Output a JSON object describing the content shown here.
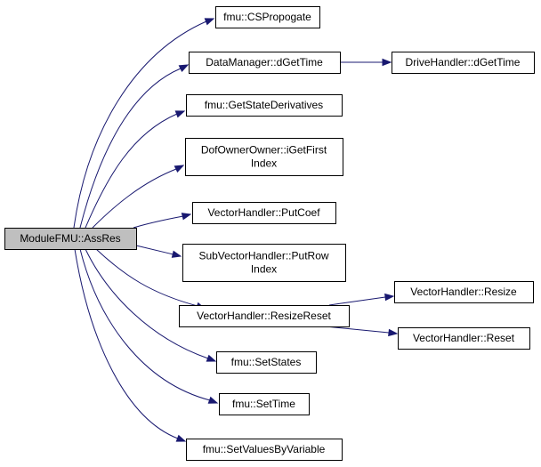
{
  "graph": {
    "root": {
      "id": "root",
      "label": "ModuleFMU::AssRes"
    },
    "nodes": [
      {
        "id": "n1",
        "lines": [
          "fmu::CSPropogate"
        ]
      },
      {
        "id": "n2",
        "lines": [
          "DataManager::dGetTime"
        ]
      },
      {
        "id": "n3",
        "lines": [
          "DriveHandler::dGetTime"
        ]
      },
      {
        "id": "n4",
        "lines": [
          "fmu::GetStateDerivatives"
        ]
      },
      {
        "id": "n5",
        "lines": [
          "DofOwnerOwner::iGetFirst",
          "Index"
        ]
      },
      {
        "id": "n6",
        "lines": [
          "VectorHandler::PutCoef"
        ]
      },
      {
        "id": "n7",
        "lines": [
          "SubVectorHandler::PutRow",
          "Index"
        ]
      },
      {
        "id": "n8",
        "lines": [
          "VectorHandler::ResizeReset"
        ]
      },
      {
        "id": "n9",
        "lines": [
          "VectorHandler::Resize"
        ]
      },
      {
        "id": "n10",
        "lines": [
          "VectorHandler::Reset"
        ]
      },
      {
        "id": "n11",
        "lines": [
          "fmu::SetStates"
        ]
      },
      {
        "id": "n12",
        "lines": [
          "fmu::SetTime"
        ]
      },
      {
        "id": "n13",
        "lines": [
          "fmu::SetValuesByVariable"
        ]
      }
    ],
    "edges": [
      {
        "from": "root",
        "to": "n1"
      },
      {
        "from": "root",
        "to": "n2"
      },
      {
        "from": "root",
        "to": "n4"
      },
      {
        "from": "root",
        "to": "n5"
      },
      {
        "from": "root",
        "to": "n6"
      },
      {
        "from": "root",
        "to": "n7"
      },
      {
        "from": "root",
        "to": "n8"
      },
      {
        "from": "root",
        "to": "n11"
      },
      {
        "from": "root",
        "to": "n12"
      },
      {
        "from": "root",
        "to": "n13"
      },
      {
        "from": "n2",
        "to": "n3"
      },
      {
        "from": "n8",
        "to": "n9"
      },
      {
        "from": "n8",
        "to": "n10"
      }
    ],
    "colors": {
      "edge": "#191970",
      "root_fill": "#bfbfbf",
      "node_fill": "#ffffff",
      "node_border": "#000000"
    }
  }
}
